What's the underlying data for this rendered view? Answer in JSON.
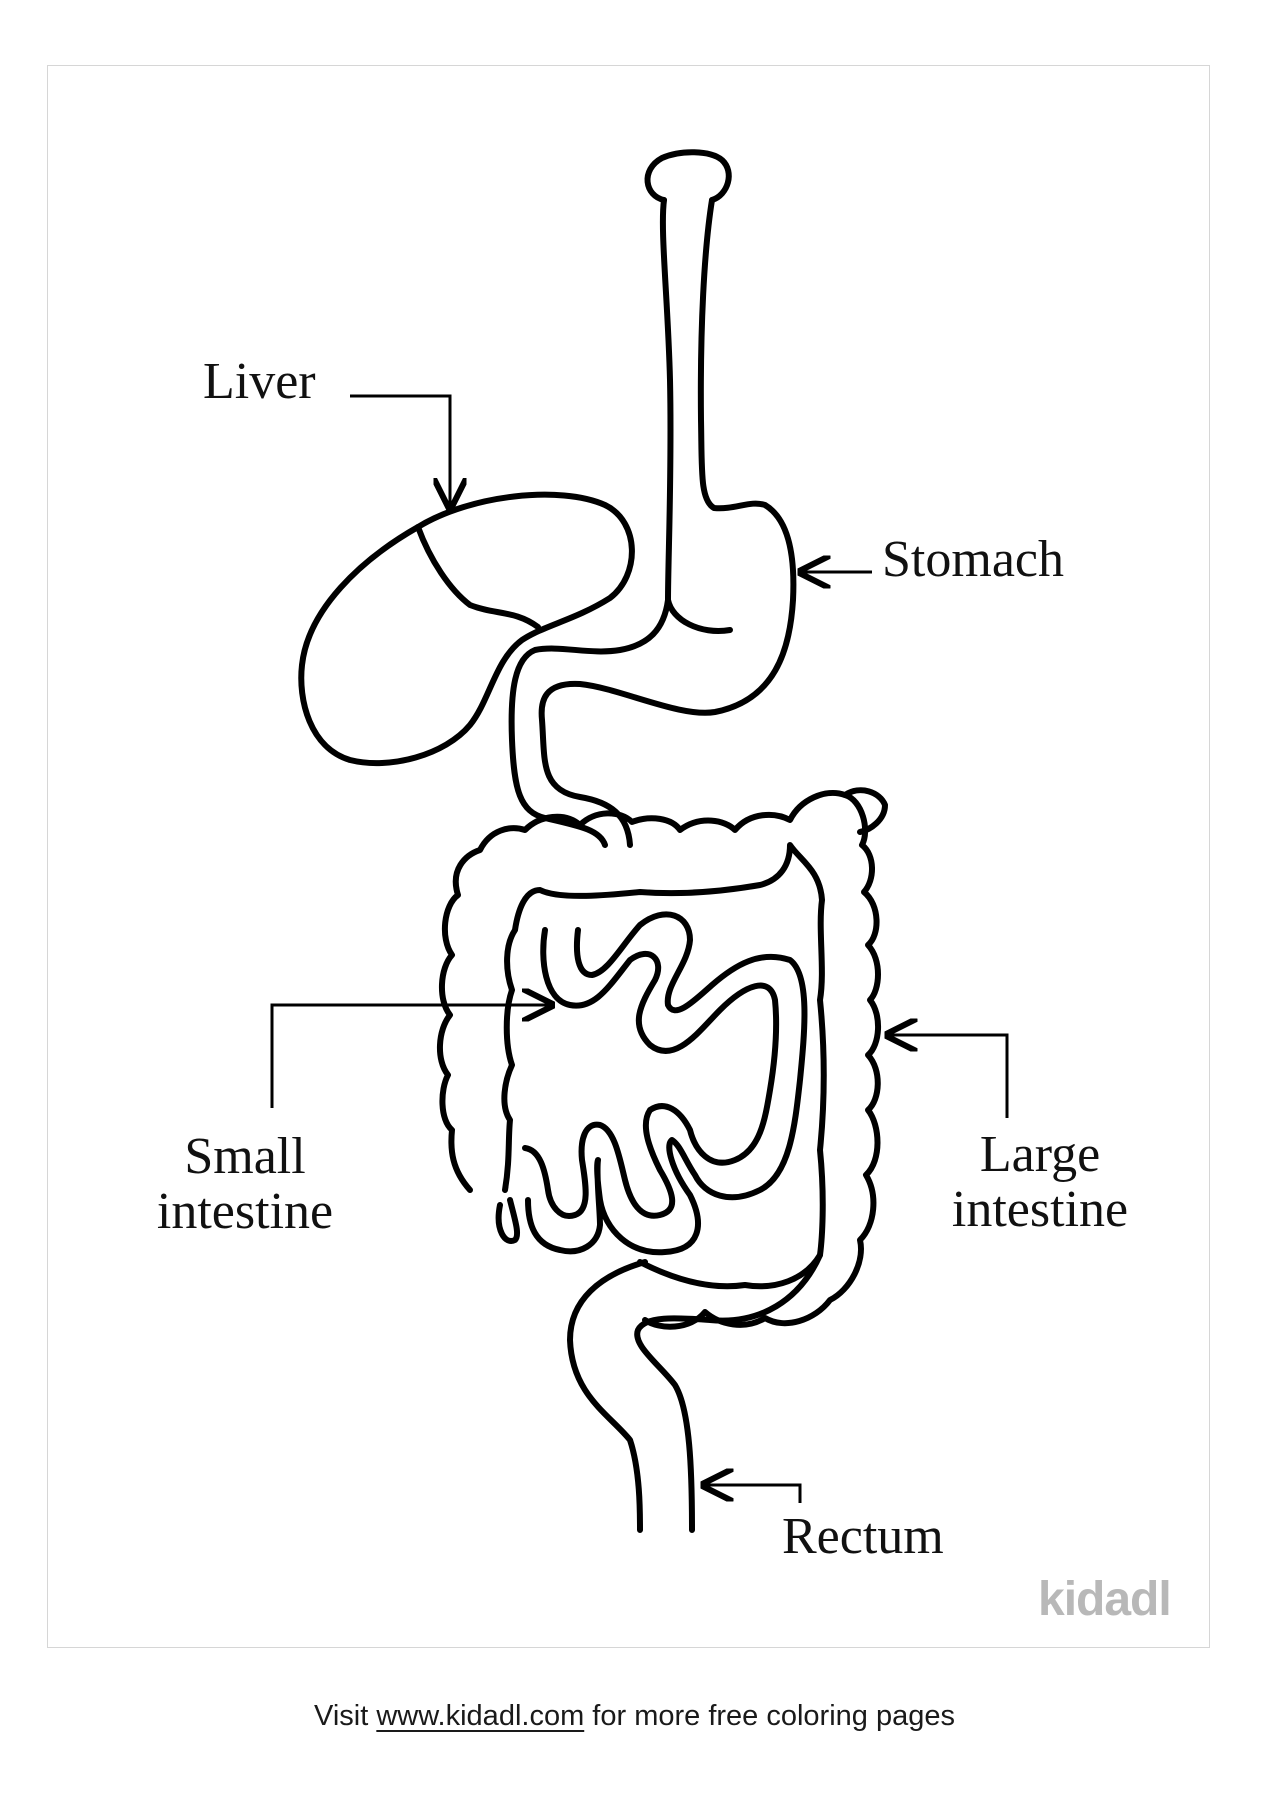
{
  "labels": {
    "liver": "Liver",
    "stomach": "Stomach",
    "small_intestine_line1": "Small",
    "small_intestine_line2": "intestine",
    "large_intestine_line1": "Large",
    "large_intestine_line2": "intestine",
    "rectum": "Rectum"
  },
  "branding": {
    "logo_text": "kidadl"
  },
  "footer": {
    "prefix": "Visit ",
    "link_text": "www.kidadl.com",
    "suffix": " for more free coloring pages"
  },
  "colors": {
    "line": "#000000",
    "logo": "#b8b8b8",
    "border": "#d6d6d6"
  }
}
